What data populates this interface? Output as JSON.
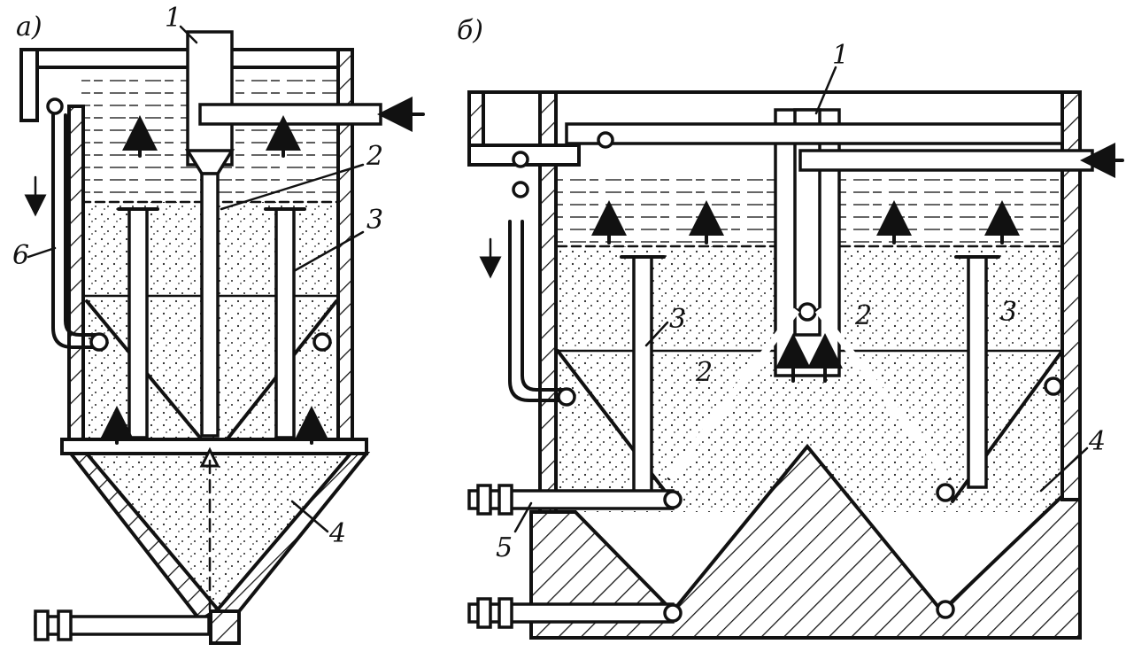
{
  "labels": {
    "panel_a": "а)",
    "panel_b": "б)",
    "a1": "1",
    "a2": "2",
    "a3": "3",
    "a4": "4",
    "a6": "6",
    "b1": "1",
    "b2_left": "2",
    "b2_right": "2",
    "b3_left": "3",
    "b3_right": "3",
    "b4": "4",
    "b5": "5"
  },
  "colors": {
    "ink": "#111111",
    "paper": "#ffffff"
  }
}
